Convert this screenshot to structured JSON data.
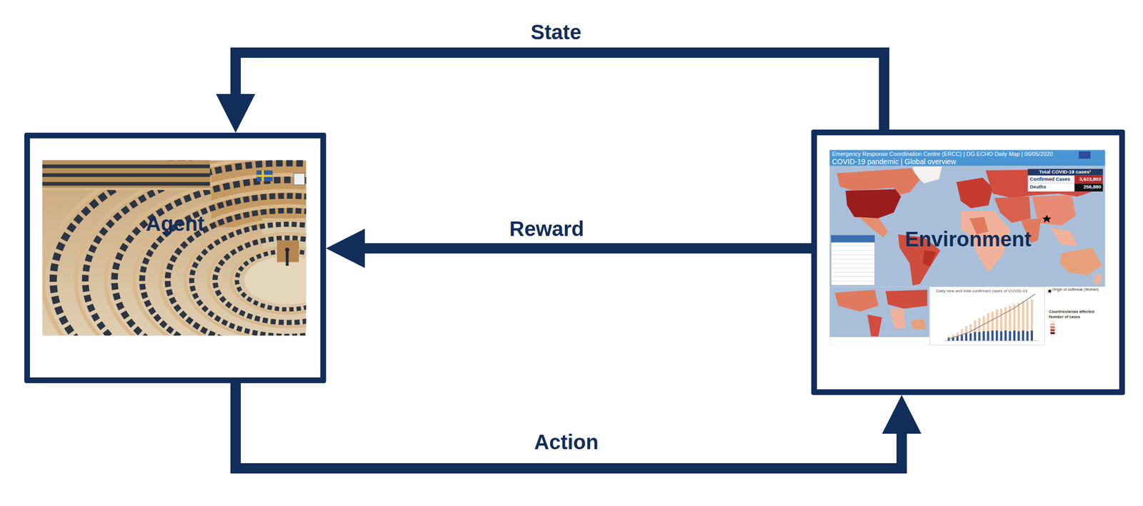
{
  "diagram": {
    "nodes": [
      {
        "text": [
          "Agent"
        ]
      },
      {
        "text": [
          "Environment"
        ]
      }
    ],
    "edges": [
      {
        "from": 1,
        "to": 0,
        "label": "State",
        "arrow": "to"
      },
      {
        "from": 1,
        "to": 0,
        "label": "Reward",
        "arrow": "to"
      },
      {
        "from": 0,
        "to": 1,
        "label": "Action",
        "arrow": "to"
      }
    ],
    "labels": [
      "Emergency Response Coordination Centre (ERCC) | DG ECHO Daily Map | 06/05/2020",
      "COVID-19 pandemic | Global overview",
      "Total COVID-19 cases¹",
      "Confirmed Cases",
      "3,623,803",
      "Deaths",
      "256,880",
      "Daily new and total confirmed cases of COVID-19",
      "Origin of outbreak (Wuhan)",
      "Countries/areas affected",
      "Number of cases"
    ]
  }
}
